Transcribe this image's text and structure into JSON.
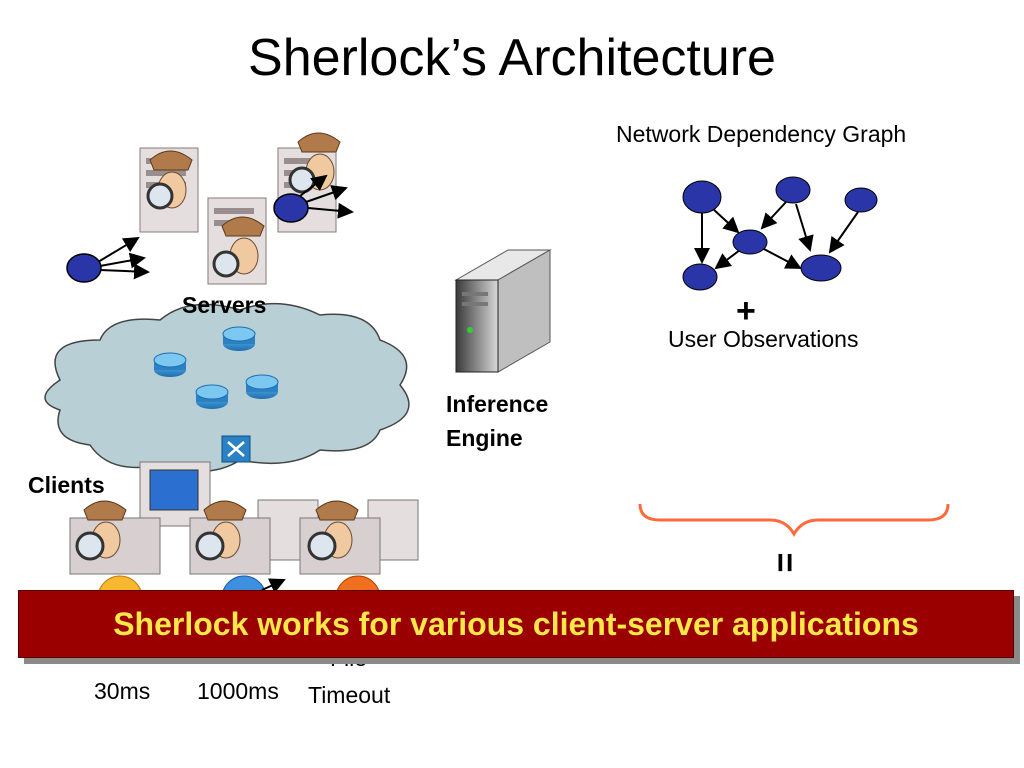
{
  "title": "Sherlock’s Architecture",
  "labels": {
    "servers": "Servers",
    "clients": "Clients",
    "inference_engine": "Inference Engine",
    "network_dependency_graph": "Network Dependency Graph",
    "plus": "+",
    "user_observations": "User Observations",
    "equals": "=",
    "latency_1": "30ms",
    "latency_2": "1000ms",
    "latency_3_partial": "File",
    "latency_3": "Timeout"
  },
  "banner": {
    "text": "Sherlock works for various client-server applications"
  },
  "colors": {
    "banner_bg": "#9b0000",
    "banner_text": "#ffe74a",
    "graph_node": "#2a35a8",
    "cloud": "#b9cfd6",
    "brace": "#ff6a3d"
  }
}
